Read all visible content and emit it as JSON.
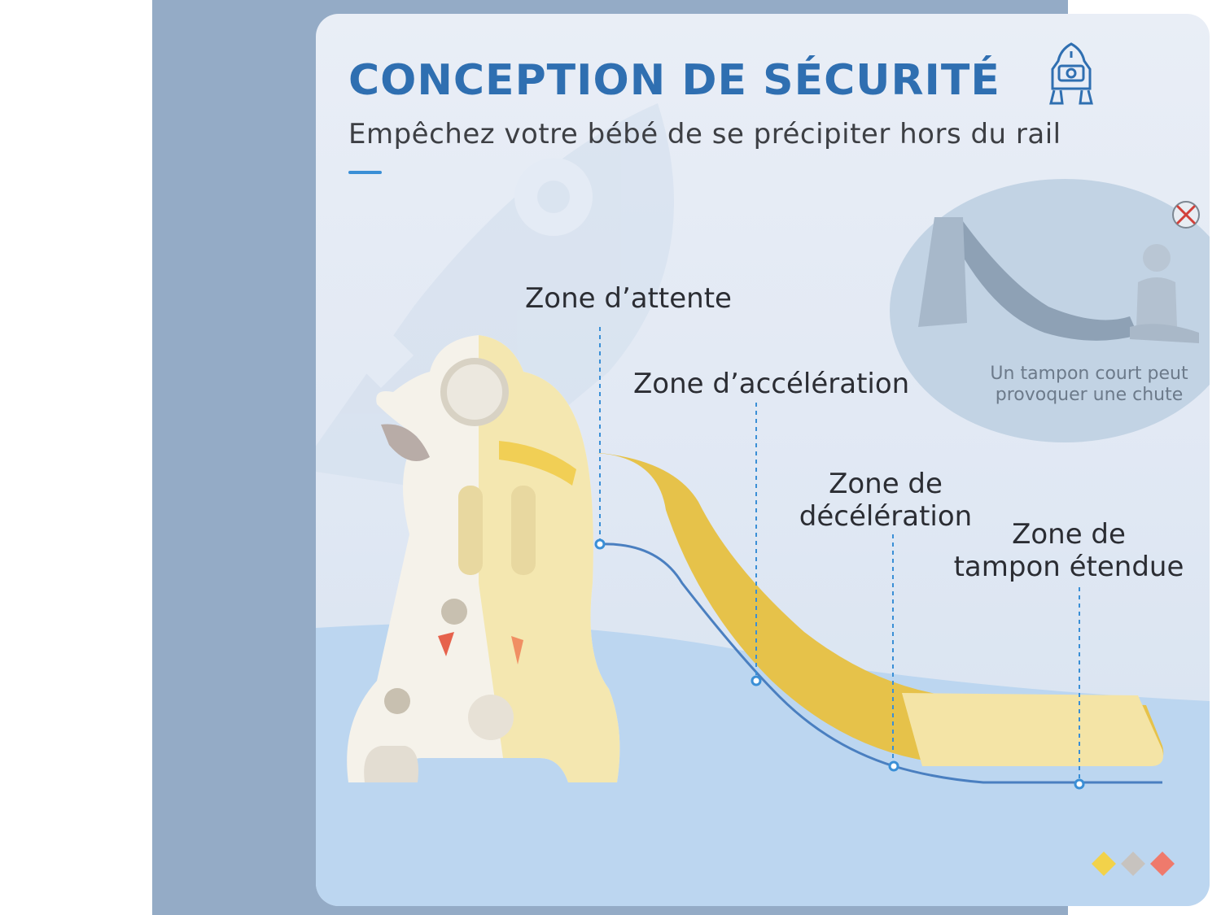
{
  "header": {
    "title": "CONCEPTION DE SÉCURITÉ",
    "subtitle": "Empêchez votre bébé de se précipiter hors du rail",
    "title_icon": "robot-icon"
  },
  "zones": [
    {
      "label": "Zone d’attente"
    },
    {
      "label": "Zone d’accélération"
    },
    {
      "label_line1": "Zone de",
      "label_line2": "décélération"
    },
    {
      "label_line1": "Zone de",
      "label_line2": "tampon étendue"
    }
  ],
  "inset": {
    "caption": "Un tampon court peut provoquer une chute",
    "icon": "close-icon"
  },
  "color_options": [
    {
      "name": "yellow",
      "color": "#f2d24a"
    },
    {
      "name": "grey",
      "color": "#c7c3bf"
    },
    {
      "name": "coral",
      "color": "#ef7a6c"
    }
  ],
  "colors": {
    "title": "#2f6fb1",
    "accent": "#3a8fd6",
    "frame": "#94abc6",
    "slide_yellow": "#e9c54a",
    "slide_cream": "#f6e6a8"
  }
}
